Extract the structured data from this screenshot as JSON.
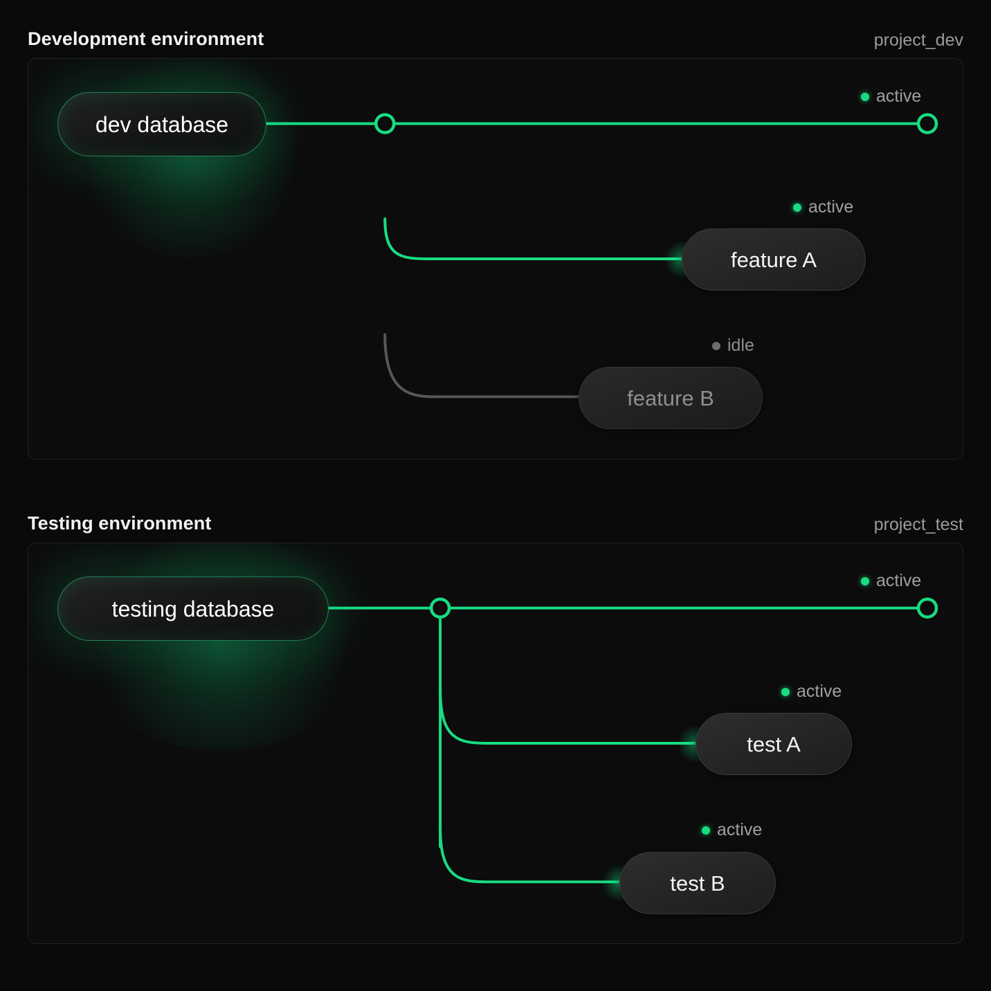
{
  "page": {
    "background": "#0a0a0a",
    "accent": "#18dc82",
    "muted": "#6e6e6e"
  },
  "sections": [
    {
      "id": "development",
      "title": "Development environment",
      "project": "project_dev",
      "source": {
        "label": "dev database",
        "status": "active"
      },
      "trunk_endpoint": {
        "status": "active",
        "status_label": "active"
      },
      "branches": [
        {
          "label": "feature A",
          "status": "active",
          "status_label": "active"
        },
        {
          "label": "feature B",
          "status": "idle",
          "status_label": "idle"
        }
      ]
    },
    {
      "id": "testing",
      "title": "Testing environment",
      "project": "project_test",
      "source": {
        "label": "testing database",
        "status": "active"
      },
      "trunk_endpoint": {
        "status": "active",
        "status_label": "active"
      },
      "branches": [
        {
          "label": "test A",
          "status": "active",
          "status_label": "active"
        },
        {
          "label": "test B",
          "status": "active",
          "status_label": "active"
        }
      ]
    }
  ]
}
